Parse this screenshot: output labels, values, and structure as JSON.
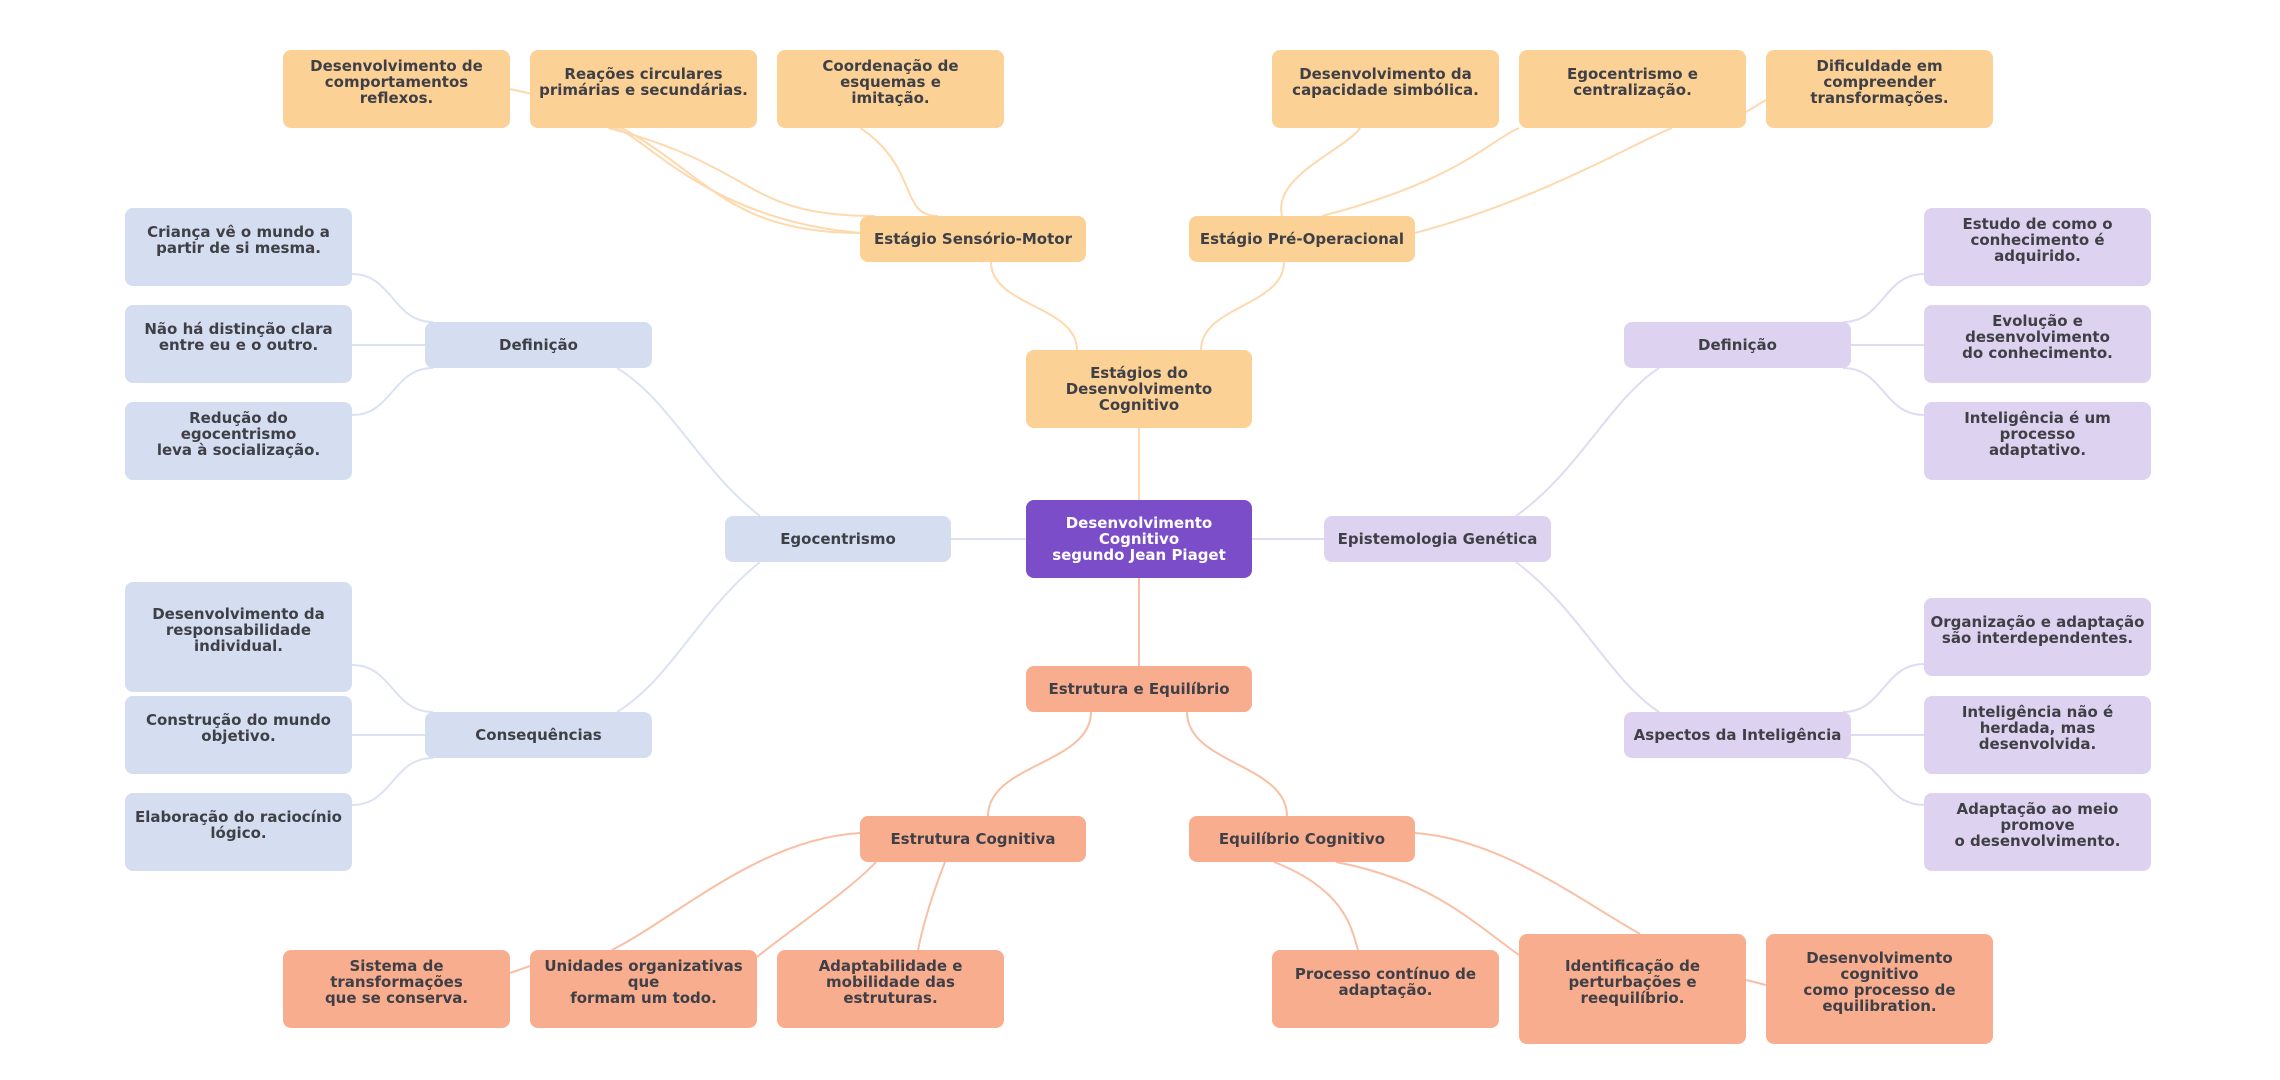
{
  "title": "Desenvolvimento Cognitivo segundo Jean Piaget",
  "colors": {
    "root": "#7c4dc9",
    "stages": "#fcd195",
    "structure": "#f9ad8f",
    "egocentrism": "#d5ddf1",
    "epistemology": "#ddd3f0",
    "text": "#3f3f46",
    "root_text": "#ffffff"
  },
  "root": {
    "label": "Desenvolvimento Cognitivo\nsegundo Jean Piaget"
  },
  "branches": {
    "stages": {
      "label": "Estágios do\nDesenvolvimento Cognitivo",
      "children": [
        {
          "label": "Estágio Sensório-Motor",
          "children": [
            "Desenvolvimento de\ncomportamentos reflexos.",
            "Reações circulares\nprimárias e secundárias.",
            "Coordenação de esquemas e\nimitação."
          ]
        },
        {
          "label": "Estágio Pré-Operacional",
          "children": [
            "Desenvolvimento da\ncapacidade simbólica.",
            "Egocentrismo e\ncentralização.",
            "Dificuldade em compreender\ntransformações."
          ]
        }
      ]
    },
    "egocentrism": {
      "label": "Egocentrismo",
      "children": [
        {
          "label": "Definição",
          "children": [
            "Criança vê o mundo a\npartir de si mesma.",
            "Não há distinção clara\nentre eu e o outro.",
            "Redução do egocentrismo\nleva à socialização."
          ]
        },
        {
          "label": "Consequências",
          "children": [
            "Desenvolvimento da\nresponsabilidade\nindividual.",
            "Construção do mundo\nobjetivo.",
            "Elaboração do raciocínio\nlógico."
          ]
        }
      ]
    },
    "epistemology": {
      "label": "Epistemologia Genética",
      "children": [
        {
          "label": "Definição",
          "children": [
            "Estudo de como o\nconhecimento é adquirido.",
            "Evolução e desenvolvimento\ndo conhecimento.",
            "Inteligência é um processo\nadaptativo."
          ]
        },
        {
          "label": "Aspectos da Inteligência",
          "children": [
            "Organização e adaptação\nsão interdependentes.",
            "Inteligência não é\nherdada, mas desenvolvida.",
            "Adaptação ao meio promove\no desenvolvimento."
          ]
        }
      ]
    },
    "structure": {
      "label": "Estrutura e Equilíbrio",
      "children": [
        {
          "label": "Estrutura Cognitiva",
          "children": [
            "Sistema de transformações\nque se conserva.",
            "Unidades organizativas que\nformam um todo.",
            "Adaptabilidade e\nmobilidade das estruturas."
          ]
        },
        {
          "label": "Equilíbrio Cognitivo",
          "children": [
            "Processo contínuo de\nadaptação.",
            "Identificação de\nperturbações e\nreequilíbrio.",
            "Desenvolvimento cognitivo\ncomo processo de\nequilibration."
          ]
        }
      ]
    }
  }
}
